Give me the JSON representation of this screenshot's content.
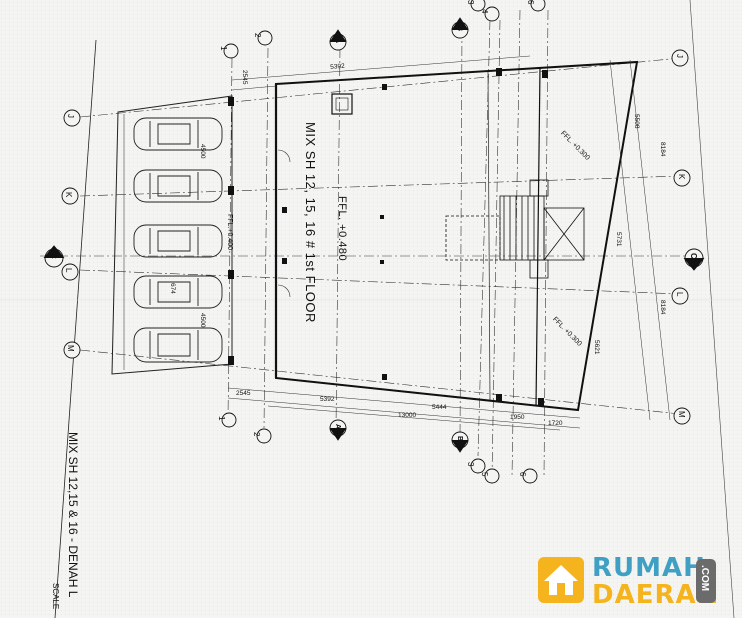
{
  "drawing": {
    "title": "MIX SH 12, 15, 16 # 1st FLOOR",
    "ffl_floor": "FFL. +0.480",
    "ffl_parking": "FFL.+0.400",
    "ffl_rear_top": "FFL. +0.300",
    "ffl_rear_bottom": "FFL. +0.300",
    "sheet_title": "MIX SH 12,15 & 16 - DENAH L",
    "scale_label": "SCALE",
    "grid_labels": [
      "1",
      "2",
      "3",
      "4",
      "5",
      "6",
      "J",
      "K",
      "L",
      "M"
    ],
    "section_markers": [
      "A",
      "B",
      "C"
    ],
    "dimensions_top": [
      "2545",
      "5392"
    ],
    "dimensions_bottom": [
      "2545",
      "5392",
      "13000",
      "5444",
      "1950",
      "1720"
    ],
    "dimensions_right": [
      "5508",
      "8184",
      "5731",
      "8184",
      "5621"
    ],
    "parking_dims": [
      "4500",
      "4500",
      "674"
    ]
  },
  "logo": {
    "word1": "RUMAH",
    "word2": "DAERAH",
    "suffix": ".COM",
    "colors": {
      "rumah": "#3fa0c4",
      "daerah": "#f5b31d",
      "house": "#f5b31d",
      "badge": "#6b6b6b"
    }
  }
}
